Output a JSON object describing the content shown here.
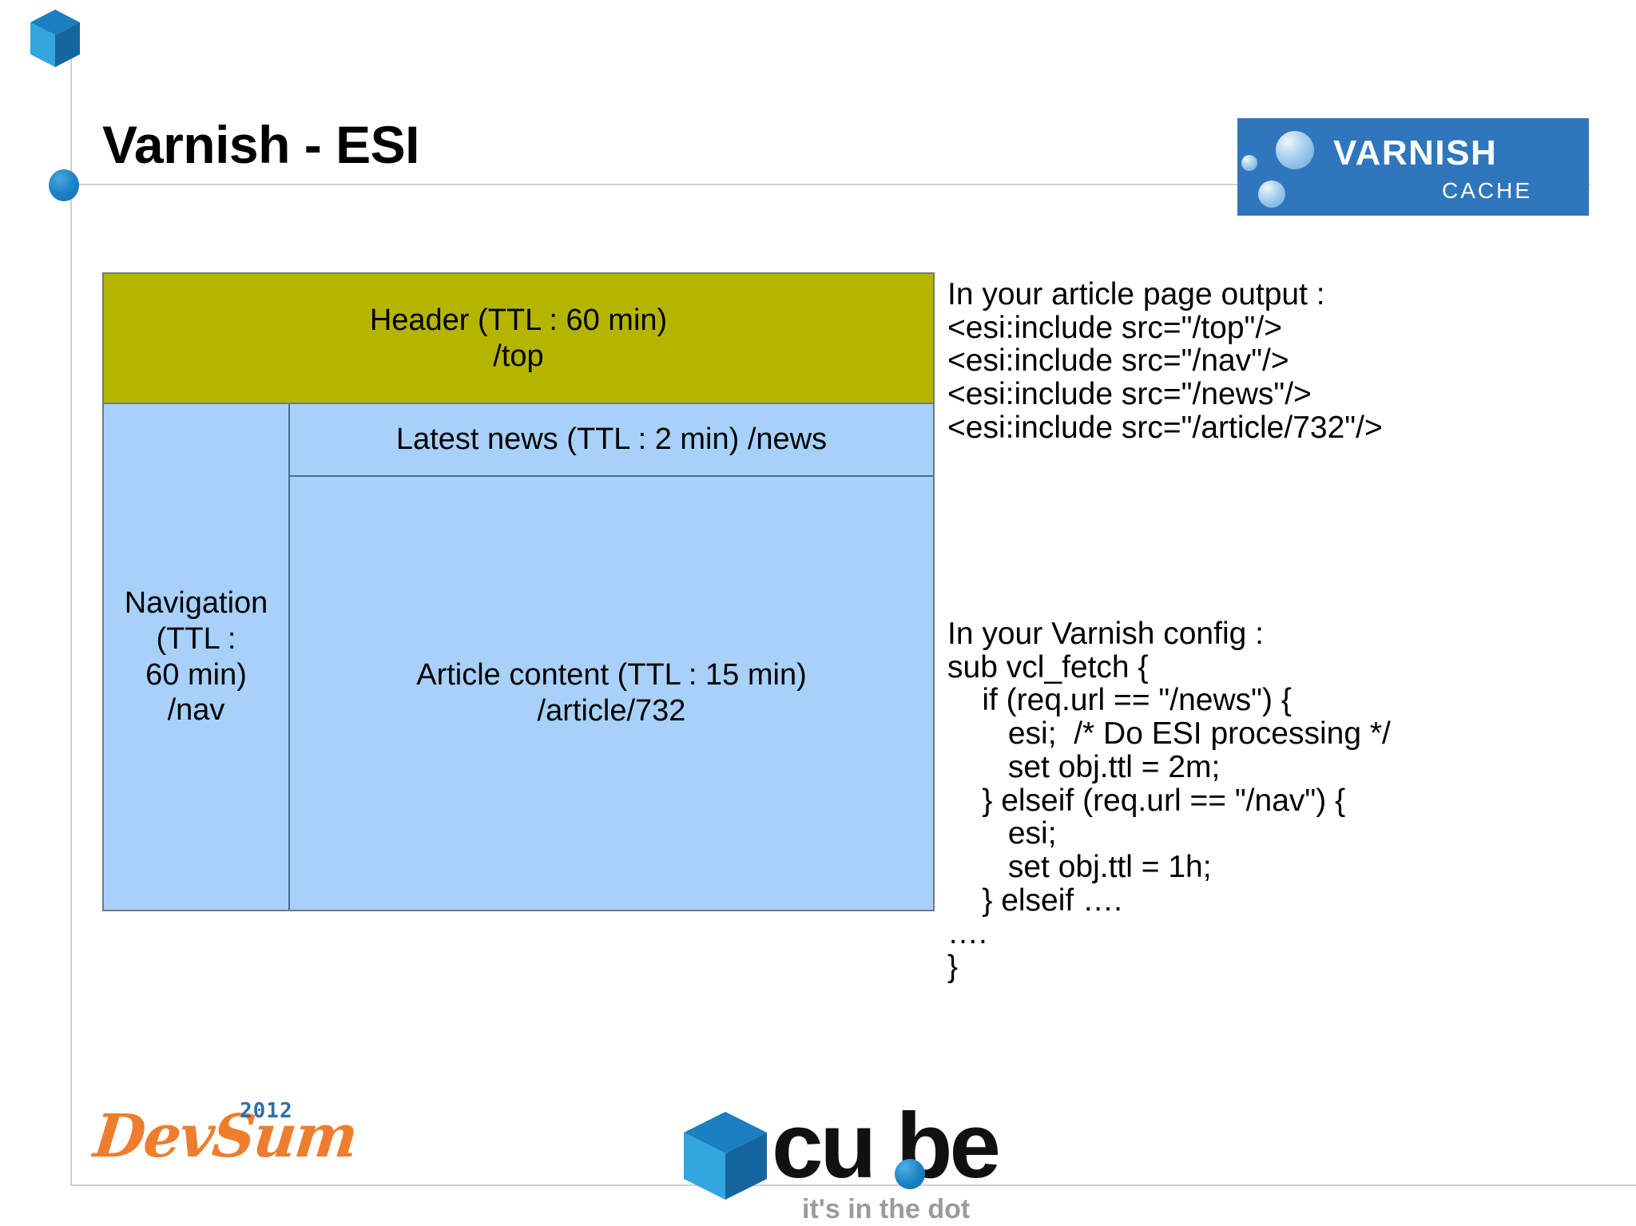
{
  "slide": {
    "title": "Varnish - ESI"
  },
  "varnish_logo": {
    "word": "VARNISH",
    "subtitle": "CACHE",
    "bg_color": "#2f76bc"
  },
  "diagram": {
    "header": {
      "label": "Header (TTL : 60 min)\n/top",
      "color": "#b5b500"
    },
    "navigation": {
      "label": "Navigation\n(TTL :\n60 min)\n/nav",
      "color": "#a8d1fa"
    },
    "news": {
      "label": "Latest news (TTL : 2 min) /news",
      "color": "#a8d1fa"
    },
    "article": {
      "label": "Article content (TTL : 15 min)\n/article/732",
      "color": "#a8d1fa"
    }
  },
  "code": {
    "article_output": "In your article page output :\n<esi:include src=\"/top\"/>\n<esi:include src=\"/nav\"/>\n<esi:include src=\"/news\"/>\n<esi:include src=\"/article/732\"/>",
    "varnish_config": "In your Varnish config :\nsub vcl_fetch {\n    if (req.url == \"/news\") {\n       esi;  /* Do ESI processing */\n       set obj.ttl = 2m;\n    } elseif (req.url == \"/nav\") {\n       esi;\n       set obj.ttl = 1h;\n    } elseif ….\n….\n}"
  },
  "footer": {
    "devsum": {
      "name": "DevSum",
      "year": "2012"
    },
    "cube": {
      "word": "cu be",
      "tagline": "it's in the dot"
    }
  }
}
